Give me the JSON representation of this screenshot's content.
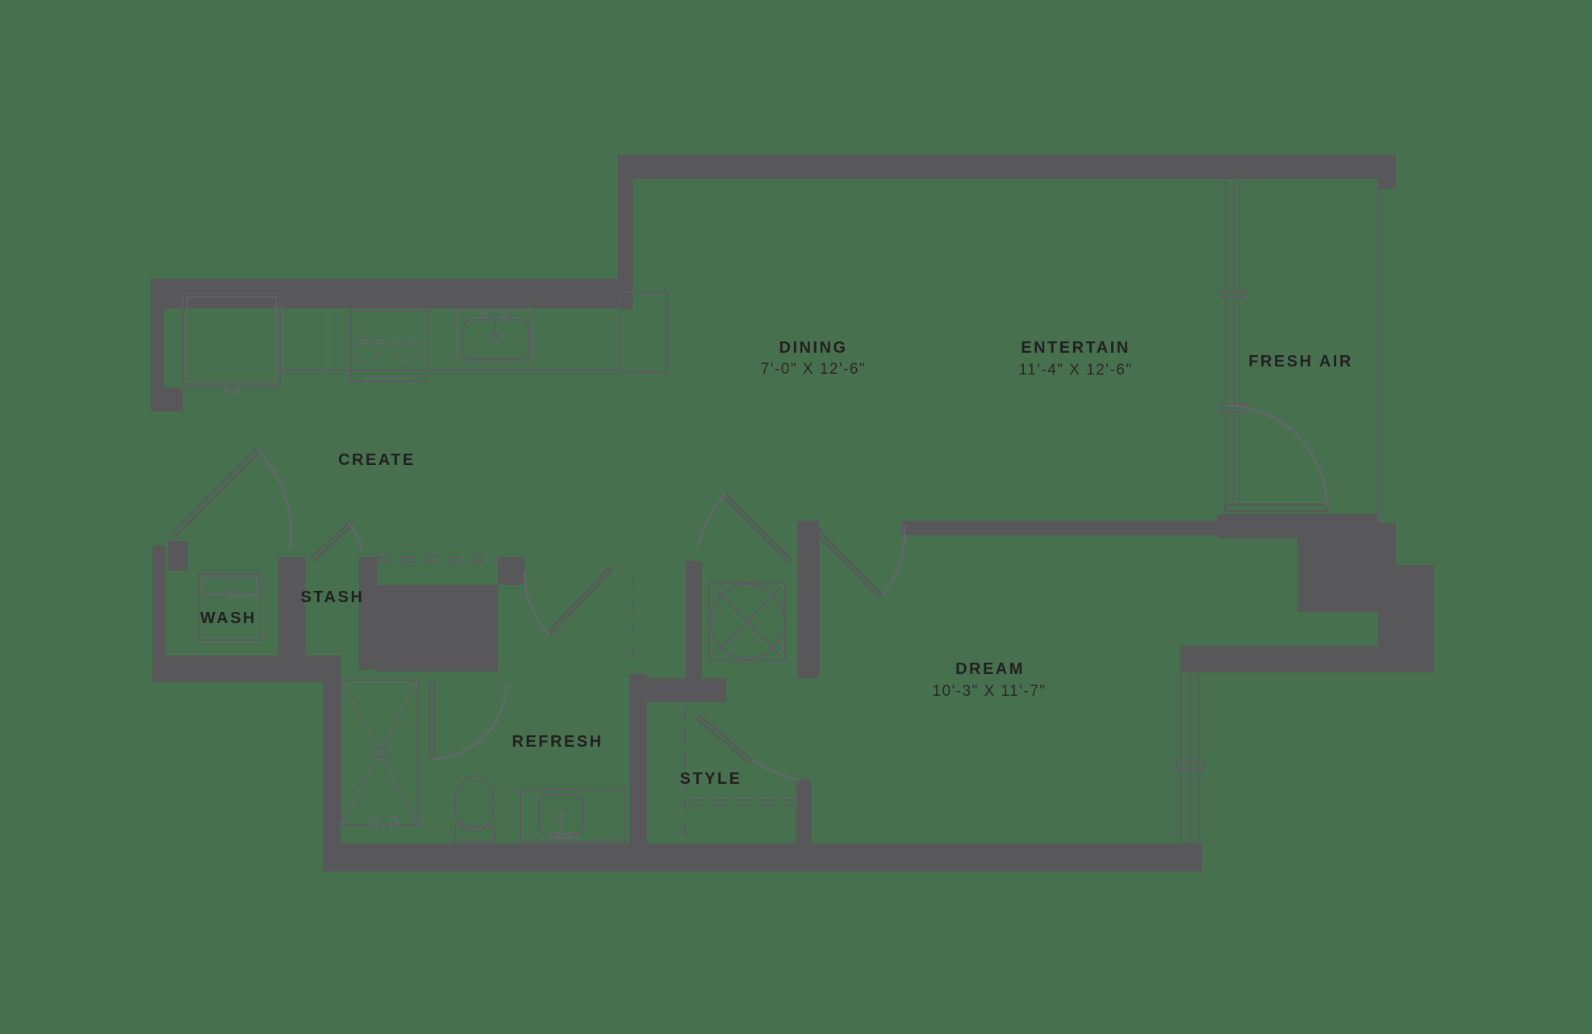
{
  "colors": {
    "background": "#47714E",
    "walls": "#58585B",
    "fixture_lines": "#5E5A64",
    "label_text": "#231F20"
  },
  "rooms": [
    {
      "label": "CREATE",
      "dimensions": ""
    },
    {
      "label": "DINING",
      "dimensions": "7'-0\" X 12'-6\""
    },
    {
      "label": "ENTERTAIN",
      "dimensions": "11'-4\" X 12'-6\""
    },
    {
      "label": "FRESH AIR",
      "dimensions": ""
    },
    {
      "label": "WASH",
      "dimensions": ""
    },
    {
      "label": "STASH",
      "dimensions": ""
    },
    {
      "label": "REFRESH",
      "dimensions": ""
    },
    {
      "label": "STYLE",
      "dimensions": ""
    },
    {
      "label": "DREAM",
      "dimensions": "10'-3\" X 11'-7\""
    }
  ],
  "fixtures": [
    "refrigerator",
    "range",
    "kitchen-sink",
    "pantry-cabinet",
    "washer-dryer",
    "fan-coil-unit",
    "shower",
    "toilet",
    "vanity-sink"
  ],
  "doors": [
    "entry-door",
    "stash-closet-door",
    "hallway-door",
    "bedroom-door",
    "bathroom-door",
    "shower-door",
    "balcony-door",
    "style-closet-door"
  ]
}
